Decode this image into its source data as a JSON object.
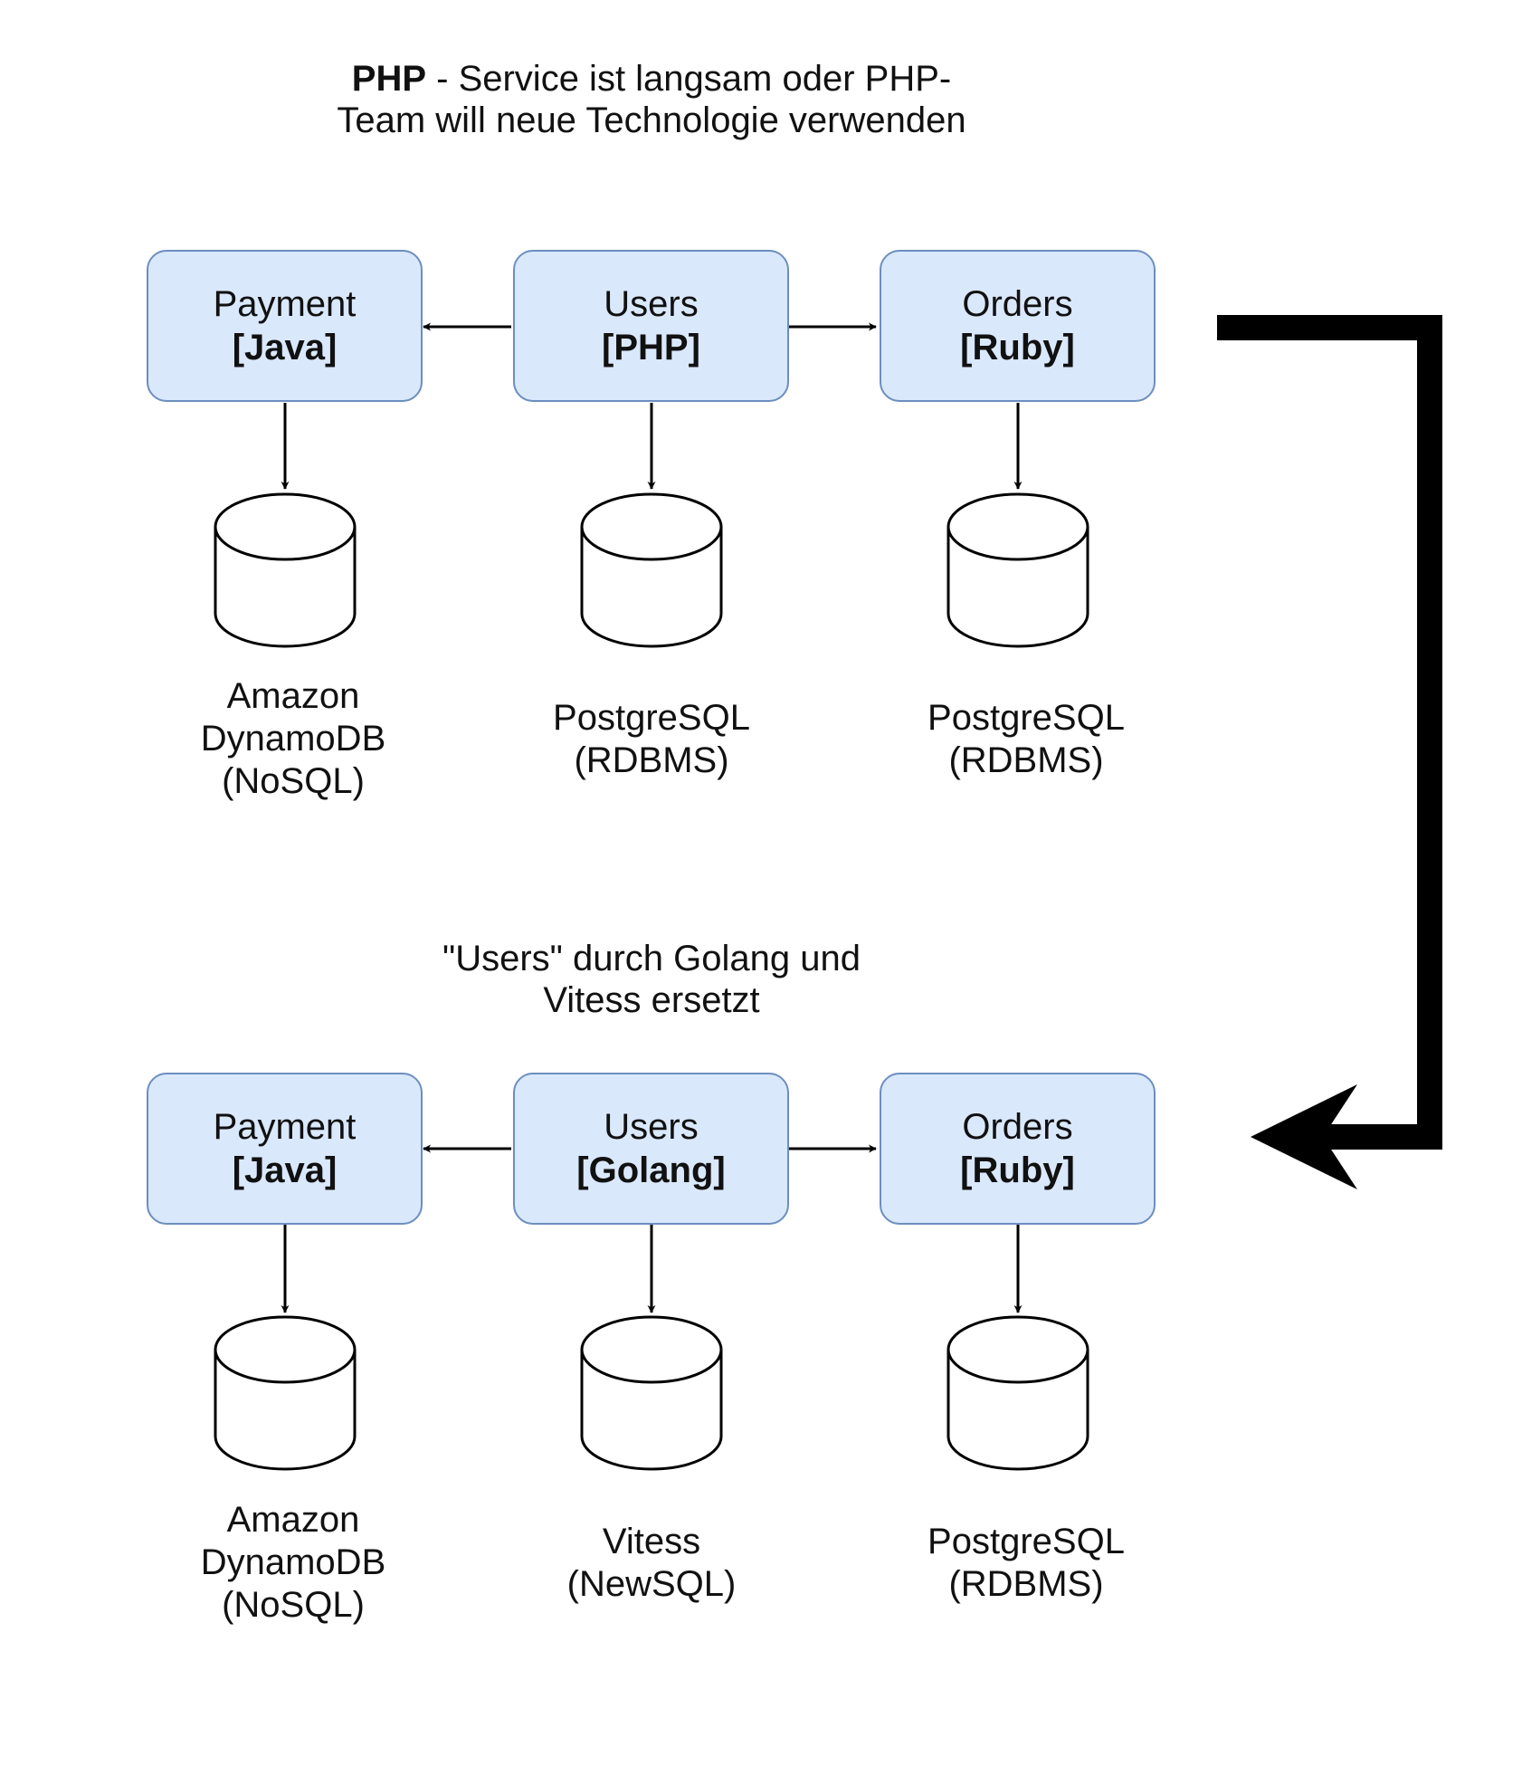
{
  "top_caption": {
    "bold": "PHP",
    "rest_line1": " - Service ist langsam oder PHP-",
    "line2": "Team will neue Technologie verwenden"
  },
  "bottom_caption": {
    "line1": "\"Users\" durch Golang und",
    "line2": "Vitess ersetzt"
  },
  "before": {
    "payment": {
      "name": "Payment",
      "tech": "[Java]",
      "db": [
        "Amazon",
        "DynamoDB",
        "(NoSQL)"
      ]
    },
    "users": {
      "name": "Users",
      "tech": "[PHP]",
      "db": [
        "PostgreSQL",
        "(RDBMS)"
      ]
    },
    "orders": {
      "name": "Orders",
      "tech": "[Ruby]",
      "db": [
        "PostgreSQL",
        "(RDBMS)"
      ]
    }
  },
  "after": {
    "payment": {
      "name": "Payment",
      "tech": "[Java]",
      "db": [
        "Amazon",
        "DynamoDB",
        "(NoSQL)"
      ]
    },
    "users": {
      "name": "Users",
      "tech": "[Golang]",
      "db": [
        "Vitess",
        "(NewSQL)"
      ]
    },
    "orders": {
      "name": "Orders",
      "tech": "[Ruby]",
      "db": [
        "PostgreSQL",
        "(RDBMS)"
      ]
    }
  },
  "colors": {
    "box_fill": "#dae8fc",
    "box_border": "#6c8ebf",
    "line": "#000000"
  }
}
